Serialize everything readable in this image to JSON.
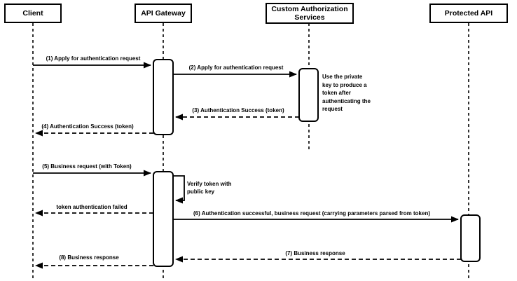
{
  "actors": {
    "client": "Client",
    "api_gateway": "API Gateway",
    "custom_auth": "Custom Authorization Services",
    "protected_api": "Protected API"
  },
  "messages": {
    "m1": "(1) Apply for authentication request",
    "m2": "(2) Apply for authentication request",
    "m3": "(3) Authentication Success (token)",
    "m4": "(4) Authentication Success (token)",
    "m5": "(5) Business request (with Token)",
    "token_failed": "token authentication failed",
    "m6": "(6) Authentication successful, business request (carrying parameters parsed from token)",
    "m7": "(7) Business response",
    "m8": "(8) Business response"
  },
  "notes": {
    "verify_token": "Verify token with public key",
    "private_key": "Use the private key to produce a token after authenticating the request"
  },
  "colors": {
    "line": "#000000",
    "fill": "#ffffff",
    "background": "#ffffff"
  }
}
